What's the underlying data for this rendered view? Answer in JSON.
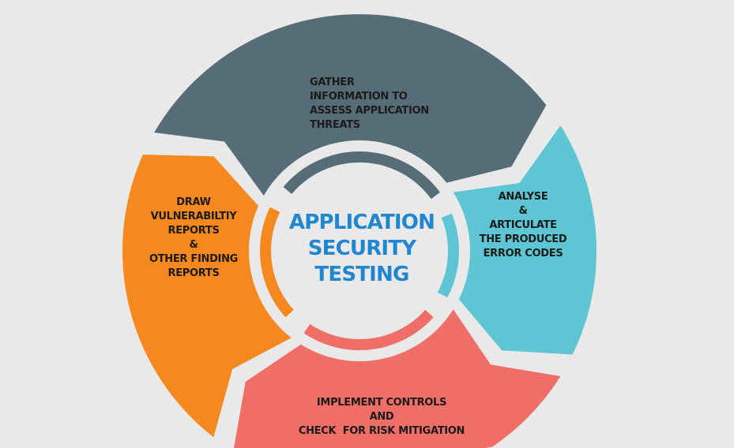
{
  "center_title": [
    "APPLICATION",
    "SECURITY",
    "TESTING"
  ],
  "segments": [
    {
      "id": "gather",
      "color": "#566d78",
      "lines": [
        "GATHER",
        "INFORMATION TO",
        "ASSESS APPLICATION",
        "THREATS"
      ]
    },
    {
      "id": "analyse",
      "color": "#5ec5d4",
      "lines": [
        "ANALYSE",
        "&",
        "ARTICULATE",
        "THE PRODUCED",
        "ERROR CODES"
      ]
    },
    {
      "id": "implement",
      "color": "#f06e68",
      "lines": [
        "IMPLEMENT CONTROLS",
        "AND",
        "CHECK  FOR RISK MITIGATION"
      ]
    },
    {
      "id": "report",
      "color": "#f5891f",
      "lines": [
        "DRAW",
        "VULNERABILTIY",
        "REPORTS",
        "&",
        "OTHER FINDING",
        "REPORTS"
      ]
    }
  ]
}
